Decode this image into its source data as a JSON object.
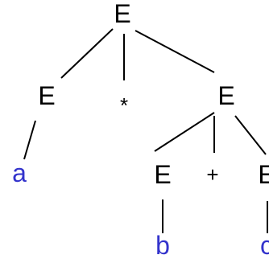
{
  "tree": {
    "nodes": {
      "root": "E",
      "left": "E",
      "times": "*",
      "right": "E",
      "leaf_a": "a",
      "right_left": "E",
      "plus": "+",
      "right_right": "E",
      "leaf_b": "b",
      "leaf_c": "c"
    },
    "colors": {
      "nonterminal": "#000000",
      "terminal": "#3333cc",
      "edge": "#000000"
    }
  }
}
